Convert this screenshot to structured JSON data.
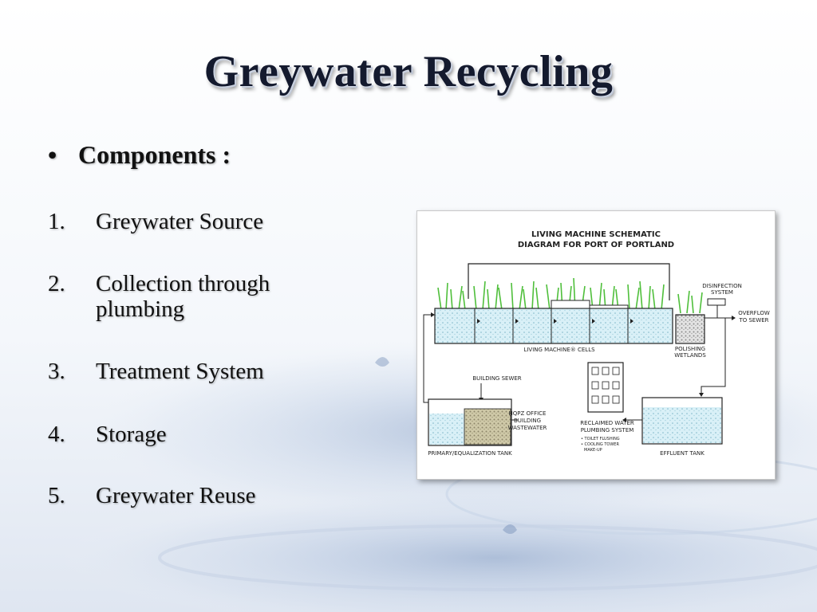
{
  "slide": {
    "title": "Greywater Recycling",
    "bullet": {
      "symbol": "•",
      "label": "Components :"
    },
    "items": [
      {
        "number": "1.",
        "text": "Greywater Source"
      },
      {
        "number": "2.",
        "text": "Collection through plumbing"
      },
      {
        "number": "3.",
        "text": "Treatment System"
      },
      {
        "number": "4.",
        "text": "Storage"
      },
      {
        "number": "5.",
        "text": "Greywater Reuse"
      }
    ]
  },
  "diagram": {
    "title_line1": "LIVING MACHINE SCHEMATIC",
    "title_line2": "DIAGRAM FOR PORT OF PORTLAND",
    "disinfection_line1": "DISINFECTION",
    "disinfection_line2": "SYSTEM",
    "overflow_line1": "OVERFLOW",
    "overflow_line2": "TO SEWER",
    "cells_label": "LIVING MACHINE® CELLS",
    "polishing_line1": "POLISHING",
    "polishing_line2": "WETLANDS",
    "building_sewer": "BUILDING SEWER",
    "hqpz_line1": "HQPZ OFFICE",
    "hqpz_line2": "BUILDING",
    "hqpz_line3": "WASTEWATER",
    "reclaimed_line1": "RECLAIMED WATER",
    "reclaimed_line2": "PLUMBING SYSTEM",
    "reuse_line1": "• TOILET FLUSHING",
    "reuse_line2": "• COOLING TOWER",
    "reuse_line3": "MAKE-UP",
    "primary_tank": "PRIMARY/EQUALIZATION TANK",
    "effluent_tank": "EFFLUENT TANK",
    "colors": {
      "water": "#bfe6f2",
      "plant": "#5fd04a",
      "line": "#222222"
    }
  }
}
